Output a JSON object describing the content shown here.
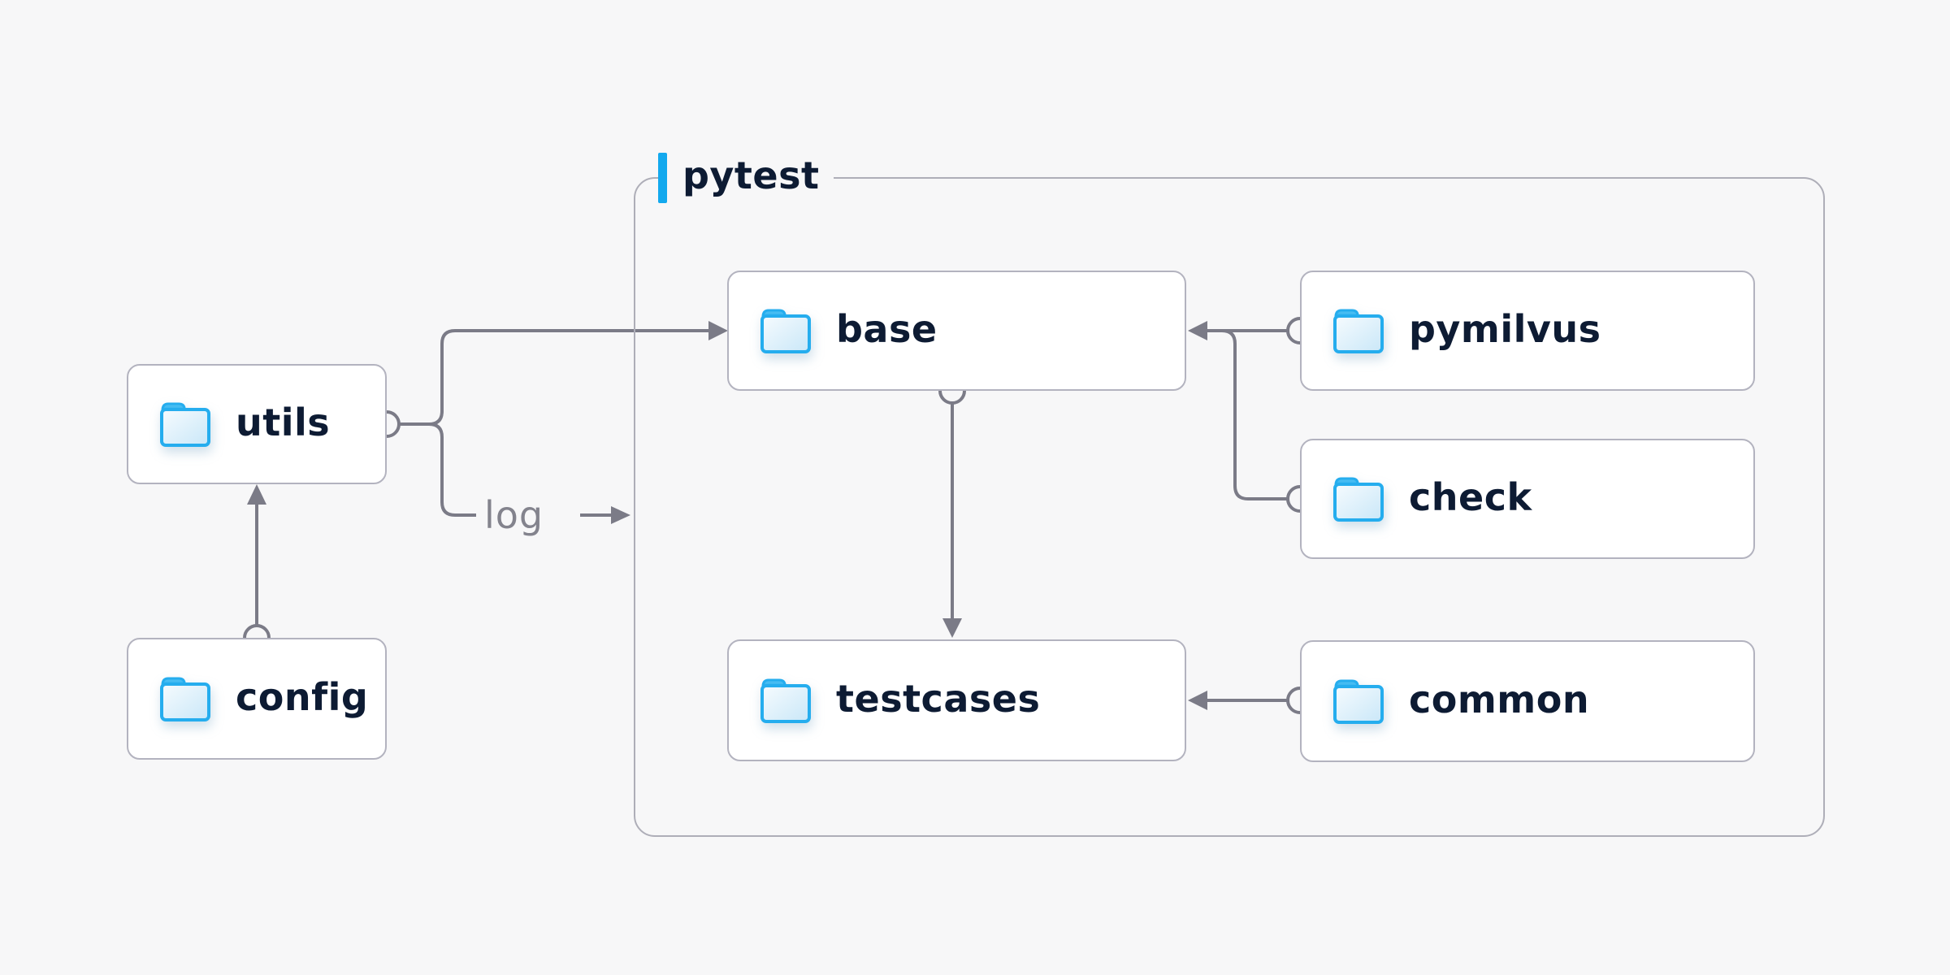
{
  "diagram": {
    "group": {
      "label": "pytest"
    },
    "nodes": {
      "utils": {
        "label": "utils",
        "icon": "folder-icon"
      },
      "config": {
        "label": "config",
        "icon": "folder-icon"
      },
      "base": {
        "label": "base",
        "icon": "folder-icon"
      },
      "pymilvus": {
        "label": "pymilvus",
        "icon": "folder-icon"
      },
      "check": {
        "label": "check",
        "icon": "folder-icon"
      },
      "testcases": {
        "label": "testcases",
        "icon": "folder-icon"
      },
      "common": {
        "label": "common",
        "icon": "folder-icon"
      }
    },
    "edges": [
      {
        "from": "config",
        "to": "utils",
        "style": "arrow"
      },
      {
        "from": "utils",
        "to": "base",
        "style": "arrow"
      },
      {
        "from": "utils",
        "to": "log",
        "style": "labeled-arrow"
      },
      {
        "from": "pymilvus",
        "to": "base",
        "style": "arrow"
      },
      {
        "from": "check",
        "to": "base",
        "style": "arrow-merge"
      },
      {
        "from": "base",
        "to": "testcases",
        "style": "arrow"
      },
      {
        "from": "common",
        "to": "testcases",
        "style": "arrow"
      }
    ],
    "log_label": "log",
    "colors": {
      "background": "#f7f7f8",
      "node_fill": "#ffffff",
      "node_border": "#b3b3bf",
      "group_border": "#aeaeb8",
      "wire": "#7b7b87",
      "text_dark": "#0d1b33",
      "text_muted": "#83838d",
      "accent_blue": "#13a9ee",
      "folder_blue": "#25adee"
    }
  }
}
